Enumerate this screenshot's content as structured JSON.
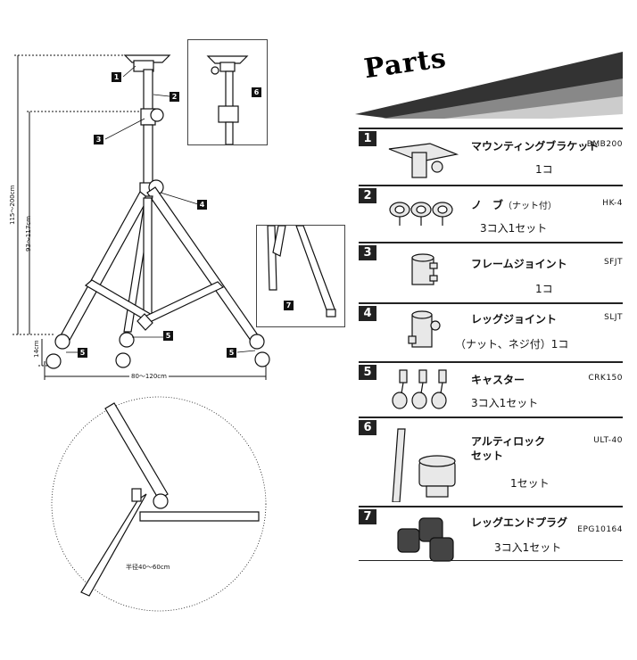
{
  "diagram": {
    "tags": {
      "t1": "1",
      "t2": "2",
      "t3": "3",
      "t4": "4",
      "t5a": "5",
      "t5b": "5",
      "t5c": "5",
      "t6": "6",
      "t7": "7"
    },
    "dims": {
      "height_total": "115〜200cm",
      "height_leg": "93〜117cm",
      "caster_height": "14cm",
      "base_width": "80〜120cm",
      "radius": "半径40〜60cm"
    }
  },
  "parts": {
    "title": "Parts",
    "items": [
      {
        "num": "1",
        "name": "マウンティングブラケット",
        "note": "",
        "code": "BMB200",
        "qty": "1コ"
      },
      {
        "num": "2",
        "name": "ノ　ブ",
        "note": "（ナット付）",
        "code": "HK-4",
        "qty": "3コ入1セット"
      },
      {
        "num": "3",
        "name": "フレームジョイント",
        "note": "",
        "code": "SFJT",
        "qty": "1コ"
      },
      {
        "num": "4",
        "name": "レッグジョイント",
        "note": "",
        "code": "SLJT",
        "qty": "（ナット、ネジ付）1コ"
      },
      {
        "num": "5",
        "name": "キャスター",
        "note": "",
        "code": "CRK150",
        "qty": "3コ入1セット"
      },
      {
        "num": "6",
        "name": "アルティロック",
        "name2": "セット",
        "note": "",
        "code": "ULT-40",
        "qty": "1セット"
      },
      {
        "num": "7",
        "name": "レッグエンドプラグ",
        "note": "",
        "code": "EPG10164",
        "qty": "3コ入1セット"
      }
    ]
  }
}
